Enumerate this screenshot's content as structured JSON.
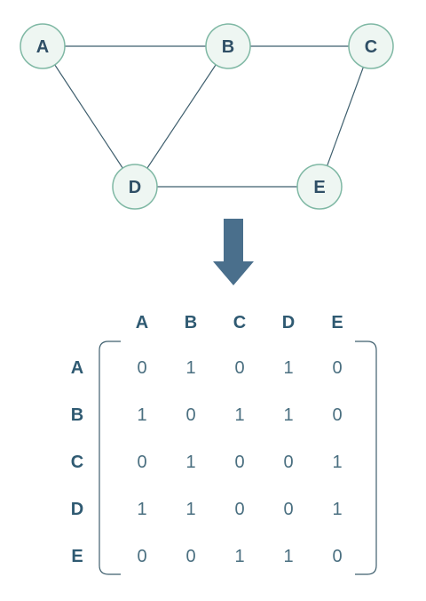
{
  "graph": {
    "nodes": [
      {
        "id": "A",
        "label": "A"
      },
      {
        "id": "B",
        "label": "B"
      },
      {
        "id": "C",
        "label": "C"
      },
      {
        "id": "D",
        "label": "D"
      },
      {
        "id": "E",
        "label": "E"
      }
    ],
    "edges": [
      [
        "A",
        "B"
      ],
      [
        "B",
        "C"
      ],
      [
        "A",
        "D"
      ],
      [
        "B",
        "D"
      ],
      [
        "D",
        "E"
      ],
      [
        "C",
        "E"
      ]
    ]
  },
  "matrix": {
    "col_headers": [
      "A",
      "B",
      "C",
      "D",
      "E"
    ],
    "row_headers": [
      "A",
      "B",
      "C",
      "D",
      "E"
    ],
    "rows": [
      [
        "0",
        "1",
        "0",
        "1",
        "0"
      ],
      [
        "1",
        "0",
        "1",
        "1",
        "0"
      ],
      [
        "0",
        "1",
        "0",
        "0",
        "1"
      ],
      [
        "1",
        "1",
        "0",
        "0",
        "1"
      ],
      [
        "0",
        "0",
        "1",
        "1",
        "0"
      ]
    ]
  },
  "colors": {
    "node_fill": "#eef6f2",
    "node_stroke": "#7fb8a4",
    "label": "#2f4f66",
    "arrow": "#4a6f8c"
  }
}
